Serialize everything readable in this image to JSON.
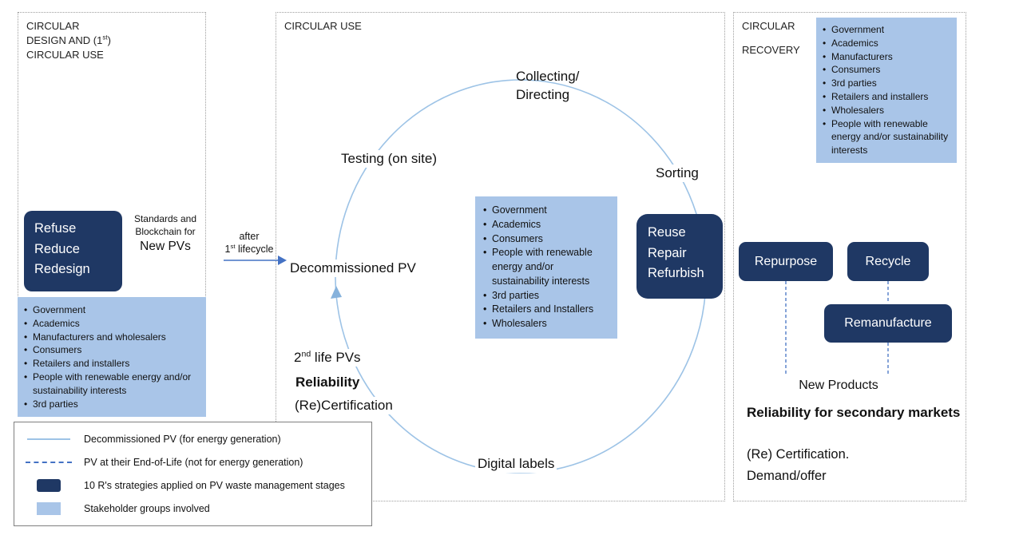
{
  "colors": {
    "navy": "#1f3864",
    "stakeholder_blue": "#a9c5e8",
    "line_blue": "#9dc3e6",
    "accent_blue": "#4472c4"
  },
  "left_panel": {
    "title_line1": "CIRCULAR",
    "title_line2_pre": "DESIGN AND (1",
    "title_line2_sup": "st",
    "title_line2_post": ")",
    "title_line3": "CIRCULAR USE",
    "strategy_box": {
      "lines": [
        "Refuse",
        "Reduce",
        "Redesign"
      ]
    },
    "standards_note_line": "Standards and Blockchain for",
    "new_pvs_label": "New PVs",
    "stakeholders": [
      "Government",
      "Academics",
      "Manufacturers and wholesalers",
      "Consumers",
      "Retailers and installers",
      "People with renewable energy and/or sustainability interests",
      "3rd parties"
    ]
  },
  "transition": {
    "line1": "after",
    "line2_pre": "1",
    "line2_sup": "st",
    "line2_post": " lifecycle"
  },
  "center_panel": {
    "title": "CIRCULAR USE",
    "cycle_labels": {
      "collecting_line1": "Collecting/",
      "collecting_line2": "Directing",
      "sorting": "Sorting",
      "testing": "Testing (on site)",
      "decommissioned": "Decommissioned PV",
      "second_life_pre": "2",
      "second_life_sup": "nd",
      "second_life_post": " life PVs",
      "reliability": "Reliability",
      "recertification": "(Re)Certification",
      "digital_labels": "Digital labels"
    },
    "reuse_box": {
      "lines": [
        "Reuse",
        "Repair",
        "Refurbish"
      ]
    },
    "stakeholders": [
      "Government",
      "Academics",
      "Consumers",
      "People with renewable energy and/or sustainability interests",
      "3rd parties",
      "Retailers and Installers",
      "Wholesalers"
    ]
  },
  "right_panel": {
    "title_line1": "CIRCULAR",
    "title_line2": "RECOVERY",
    "stakeholders": [
      "Government",
      "Academics",
      "Manufacturers",
      "Consumers",
      "3rd parties",
      "Retailers and installers",
      "Wholesalers",
      "People with renewable energy and/or sustainability interests"
    ],
    "repurpose_label": "Repurpose",
    "recycle_label": "Recycle",
    "remanufacture_label": "Remanufacture",
    "new_products_label": "New Products",
    "secondary_markets_label": "Reliability for secondary markets",
    "recertification_label": "(Re) Certification.",
    "demand_offer_label": "Demand/offer"
  },
  "legend": {
    "items": [
      {
        "icon": "solid-line-swatch",
        "label": "Decommissioned PV (for energy generation)"
      },
      {
        "icon": "dashed-line-swatch",
        "label": "PV at their End-of-Life (not for energy generation)"
      },
      {
        "icon": "navy-box-swatch",
        "label": "10 R's strategies applied on PV waste management stages"
      },
      {
        "icon": "light-box-swatch",
        "label": "Stakeholder groups involved"
      }
    ]
  }
}
